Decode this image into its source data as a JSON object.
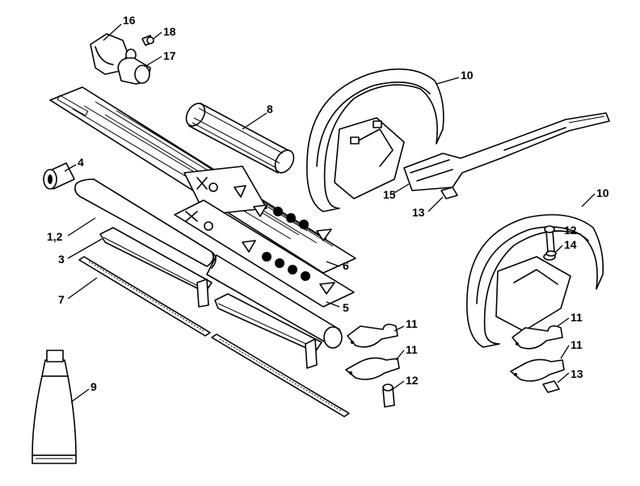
{
  "callouts": {
    "c16": "16",
    "c18": "18",
    "c17": "17",
    "c8": "8",
    "c10a": "10",
    "c4": "4",
    "c12_2": "1,2",
    "c3": "3",
    "c7": "7",
    "c6": "6",
    "c5": "5",
    "c15": "15",
    "c13a": "13",
    "c10b": "10",
    "c12a": "12",
    "c14": "14",
    "c11a": "11",
    "c11b": "11",
    "c12b": "12",
    "c11c": "11",
    "c11d": "11",
    "c13b": "13",
    "c9": "9"
  }
}
